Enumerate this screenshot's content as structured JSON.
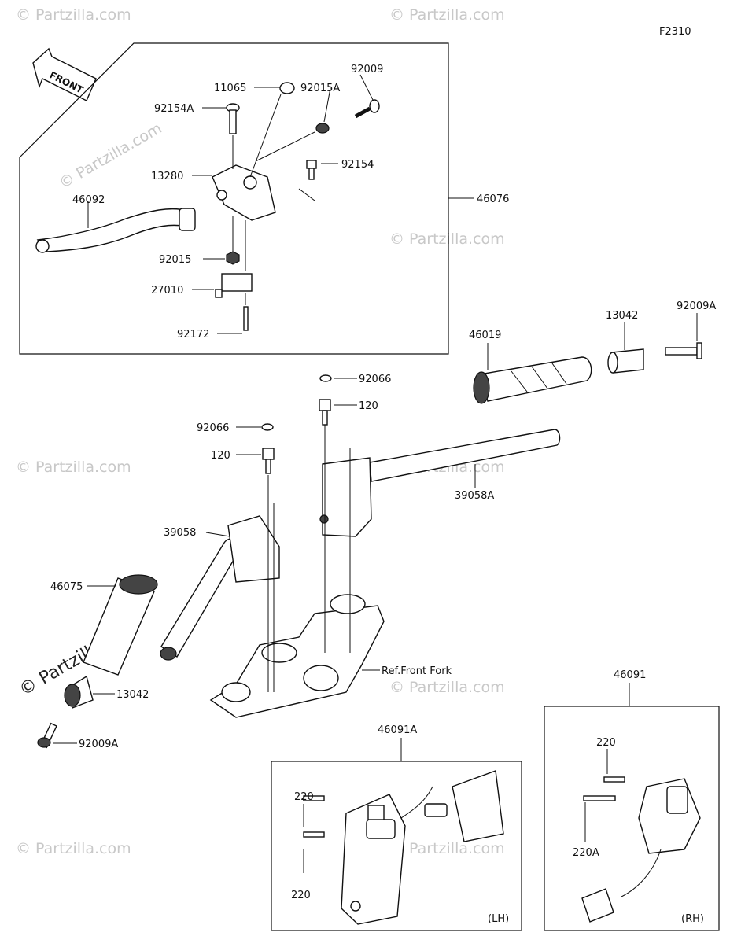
{
  "figure_id": "F2310",
  "front_label": "FRONT",
  "watermark": "© Partzilla.com",
  "parts": {
    "p11065": "11065",
    "p92009_top": "92009",
    "p92015A": "92015A",
    "p92154A": "92154A",
    "p13280": "13280",
    "p92154": "92154",
    "p46076": "46076",
    "p46092": "46092",
    "p92015": "92015",
    "p27010": "27010",
    "p92172": "92172",
    "p46019": "46019",
    "p13042_r": "13042",
    "p92009A_r": "92009A",
    "p92066_r": "92066",
    "p120_r": "120",
    "p92066_l": "92066",
    "p120_l": "120",
    "p39058A": "39058A",
    "p39058": "39058",
    "p46075": "46075",
    "p13042_l": "13042",
    "p92009A_l": "92009A",
    "ref_front_fork": "Ref.Front Fork",
    "p46091": "46091",
    "p46091A": "46091A",
    "p220_lh_top": "220",
    "p220_lh_bot": "220",
    "p220_rh": "220",
    "p220A": "220A",
    "lh": "(LH)",
    "rh": "(RH)"
  }
}
